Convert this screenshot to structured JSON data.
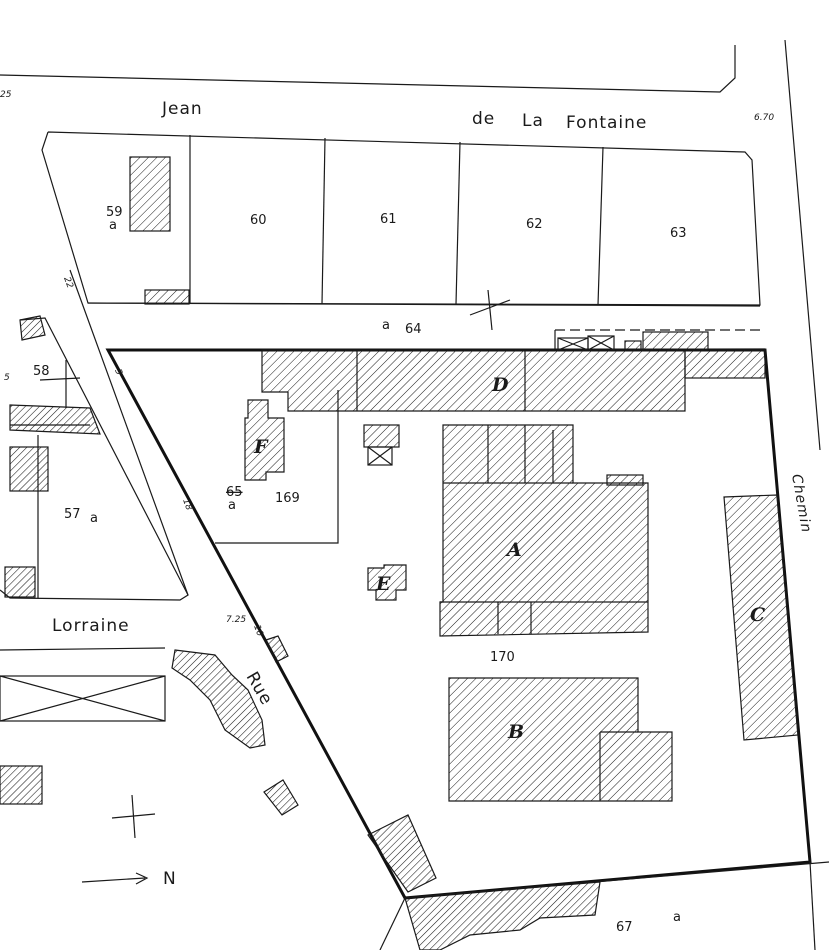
{
  "streets": {
    "jean": "Jean",
    "de": "de",
    "la": "La",
    "fontaine": "Fontaine",
    "lorraine": "Lorraine",
    "rue": "Rue",
    "chemin": "Chemin"
  },
  "elevations": {
    "top_left": "25",
    "top_right": "6.70",
    "mid_left": "7.25"
  },
  "side_marks": {
    "left_22": "22",
    "left_5": "5",
    "left_5b": "5",
    "left_18": "18",
    "left_10": "10"
  },
  "parcels": {
    "p59": "59",
    "p59_sub": "a",
    "p60": "60",
    "p61": "61",
    "p62": "62",
    "p63": "63",
    "p64_sub": "a",
    "p64": "64",
    "p58": "58",
    "p57": "57",
    "p57_sub": "a",
    "p65": "65",
    "p65_sub": "a",
    "p169": "169",
    "p170": "170",
    "p67": "67",
    "p67_sub": "a"
  },
  "buildings": {
    "A": "A",
    "B": "B",
    "C": "C",
    "D": "D",
    "E": "E",
    "F": "F"
  },
  "north": {
    "label": "N"
  },
  "colors": {
    "ink": "#1a1a1a",
    "paper": "#ffffff"
  }
}
